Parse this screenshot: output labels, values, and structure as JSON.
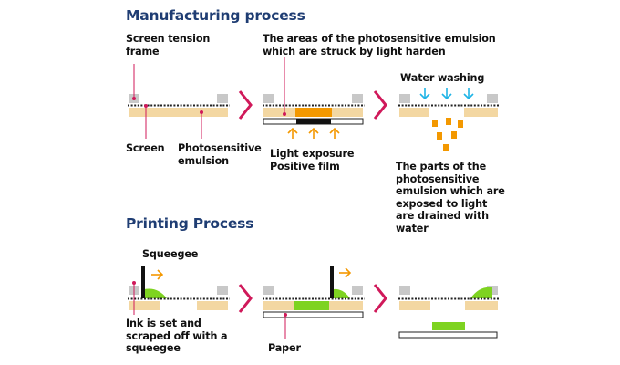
{
  "manufacturing": {
    "title": "Manufacturing  process",
    "labels": {
      "screen_tension_frame": "Screen tension frame",
      "areas_harden": "The areas of the photosensitive emulsion which are struck by light harden",
      "water_washing": "Water washing",
      "screen": "Screen",
      "photosensitive_emulsion": "Photosensitive emulsion",
      "light_exposure": "Light exposure",
      "positive_film": "Positive film",
      "parts_drained": "The parts of the photosensitive emulsion which are exposed to light are drained with water"
    }
  },
  "printing": {
    "title": "Printing Process",
    "labels": {
      "squeegee": "Squeegee",
      "ink_set": "Ink is set and scraped off with a squeegee",
      "paper": "Paper"
    }
  },
  "colors": {
    "heading": "#1f3d73",
    "emulsion": "#f3d7a2",
    "frame": "#c8c8c8",
    "exposed": "#f39800",
    "ink": "#7ed321",
    "chevron": "#d0195a",
    "leader": "#d0195a",
    "light_arrow": "#f39800",
    "water_arrow": "#1fb4e6"
  }
}
